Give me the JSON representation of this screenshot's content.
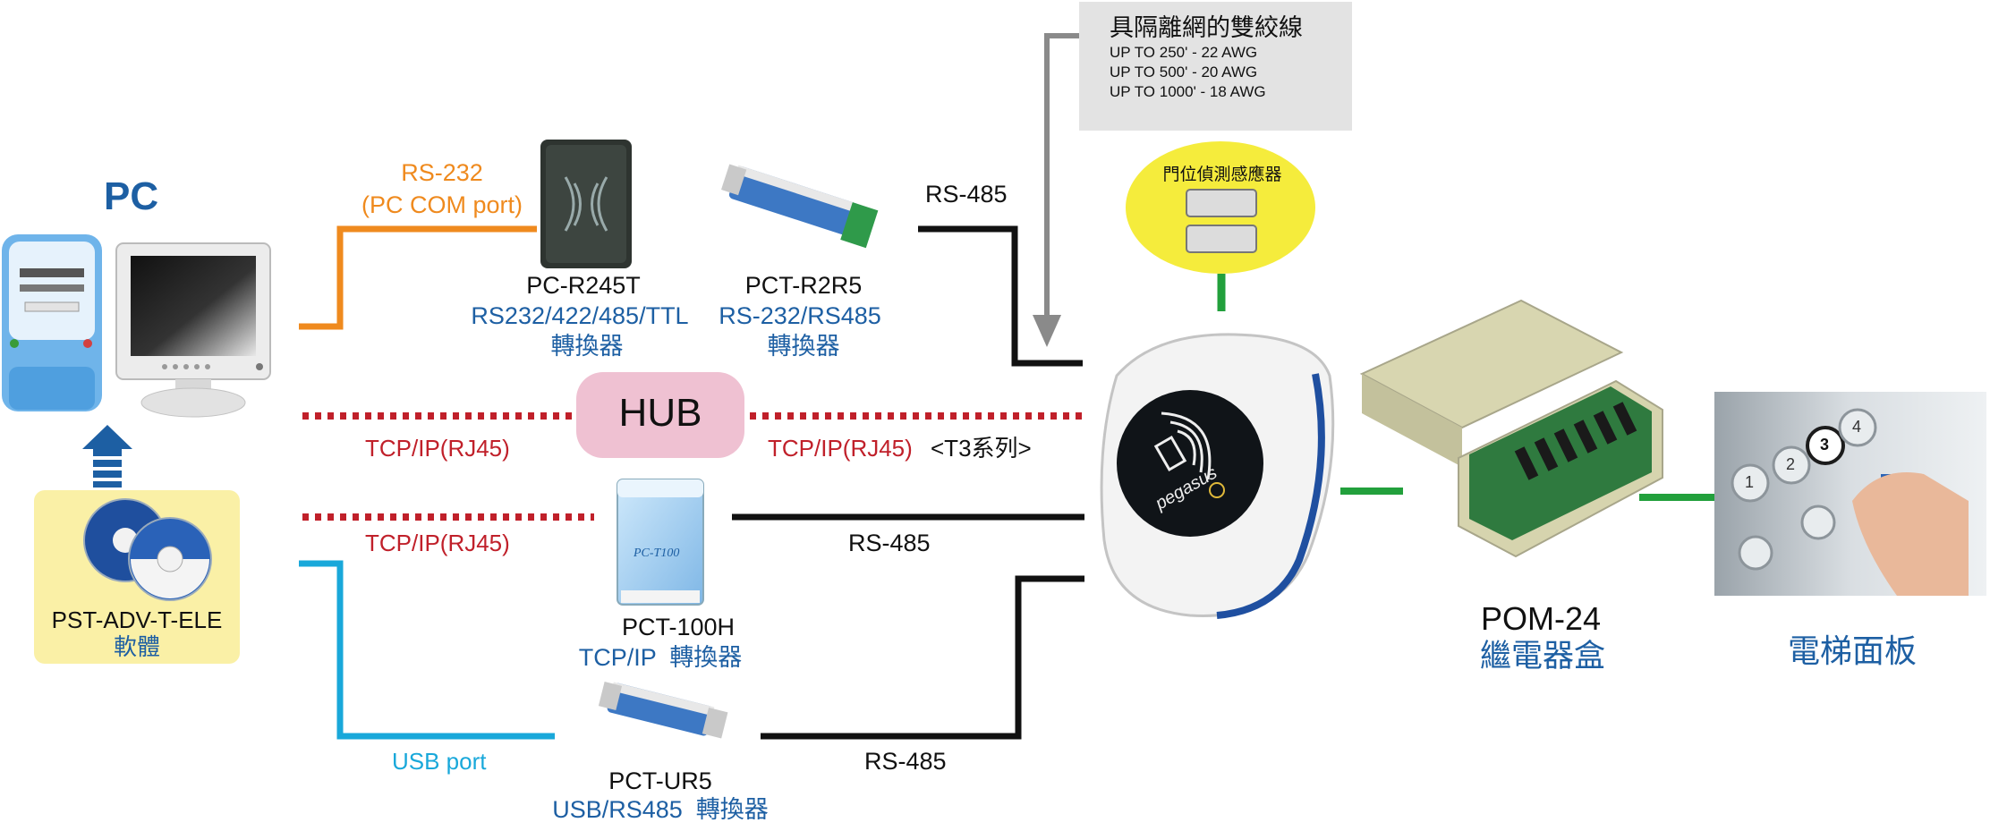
{
  "colors": {
    "orange": "#ef8a1e",
    "red": "#c0202a",
    "cyan": "#19a8da",
    "green": "#22a03c",
    "blue_text": "#1d5fa3",
    "gray_arrow": "#8a8a8a",
    "hub_fill": "#efc1d2",
    "note_fill": "#e3e3e3",
    "yellow_bubble": "#f5ec3c",
    "software_box": "#faf0a6"
  },
  "pc": {
    "title": "PC",
    "software_line1": "PST-ADV-T-ELE",
    "software_line2": "軟體"
  },
  "connections": {
    "rs232_line1": "RS-232",
    "rs232_line2": "(PC COM port)",
    "tcpip_upper_left": "TCP/IP(RJ45)",
    "tcpip_upper_right": "TCP/IP(RJ45)",
    "t3_series": "<T3系列>",
    "tcpip_lower": "TCP/IP(RJ45)",
    "usb_port": "USB port",
    "rs485_top": "RS-485",
    "rs485_mid": "RS-485",
    "rs485_bottom": "RS-485"
  },
  "hub": {
    "label": "HUB"
  },
  "devices": {
    "pc_r245t": {
      "name": "PC-R245T",
      "desc": "RS232/422/485/TTL",
      "type": "轉換器"
    },
    "pct_r2r5": {
      "name": "PCT-R2R5",
      "desc": "RS-232/RS485",
      "type": "轉換器"
    },
    "pct_100h": {
      "name": "PCT-100H",
      "desc": "TCP/IP  轉換器",
      "device_text": "PC-T100"
    },
    "pct_ur5": {
      "name": "PCT-UR5",
      "desc": "USB/RS485  轉換器"
    },
    "reader": {
      "brand": "pegasus"
    },
    "pom24": {
      "name": "POM-24",
      "desc": "繼電器盒"
    },
    "panel": {
      "label": "電梯面板",
      "buttons": [
        "1",
        "2",
        "3",
        "4"
      ]
    },
    "door_sensor": {
      "label": "門位偵測感應器"
    }
  },
  "cable_note": {
    "title": "具隔離網的雙絞線",
    "lines": [
      "UP TO 250' - 22 AWG",
      "UP TO 500' - 20 AWG",
      "UP TO 1000' - 18 AWG"
    ]
  }
}
